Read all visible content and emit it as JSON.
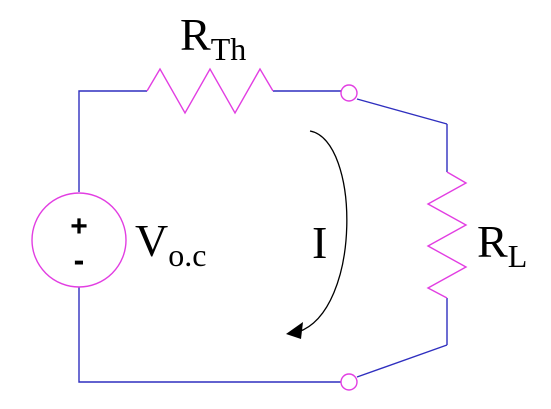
{
  "colors": {
    "wire": "#2f2fbf",
    "component": "#e23ee2",
    "arrow": "#000000",
    "text": "#000000"
  },
  "labels": {
    "thevenin_resistor": {
      "main": "R",
      "sub": "Th"
    },
    "load_resistor": {
      "main": "R",
      "sub": "L"
    },
    "source": {
      "main": "V",
      "sub": "o.c"
    },
    "current": "I",
    "source_plus": "+",
    "source_minus": "-"
  }
}
